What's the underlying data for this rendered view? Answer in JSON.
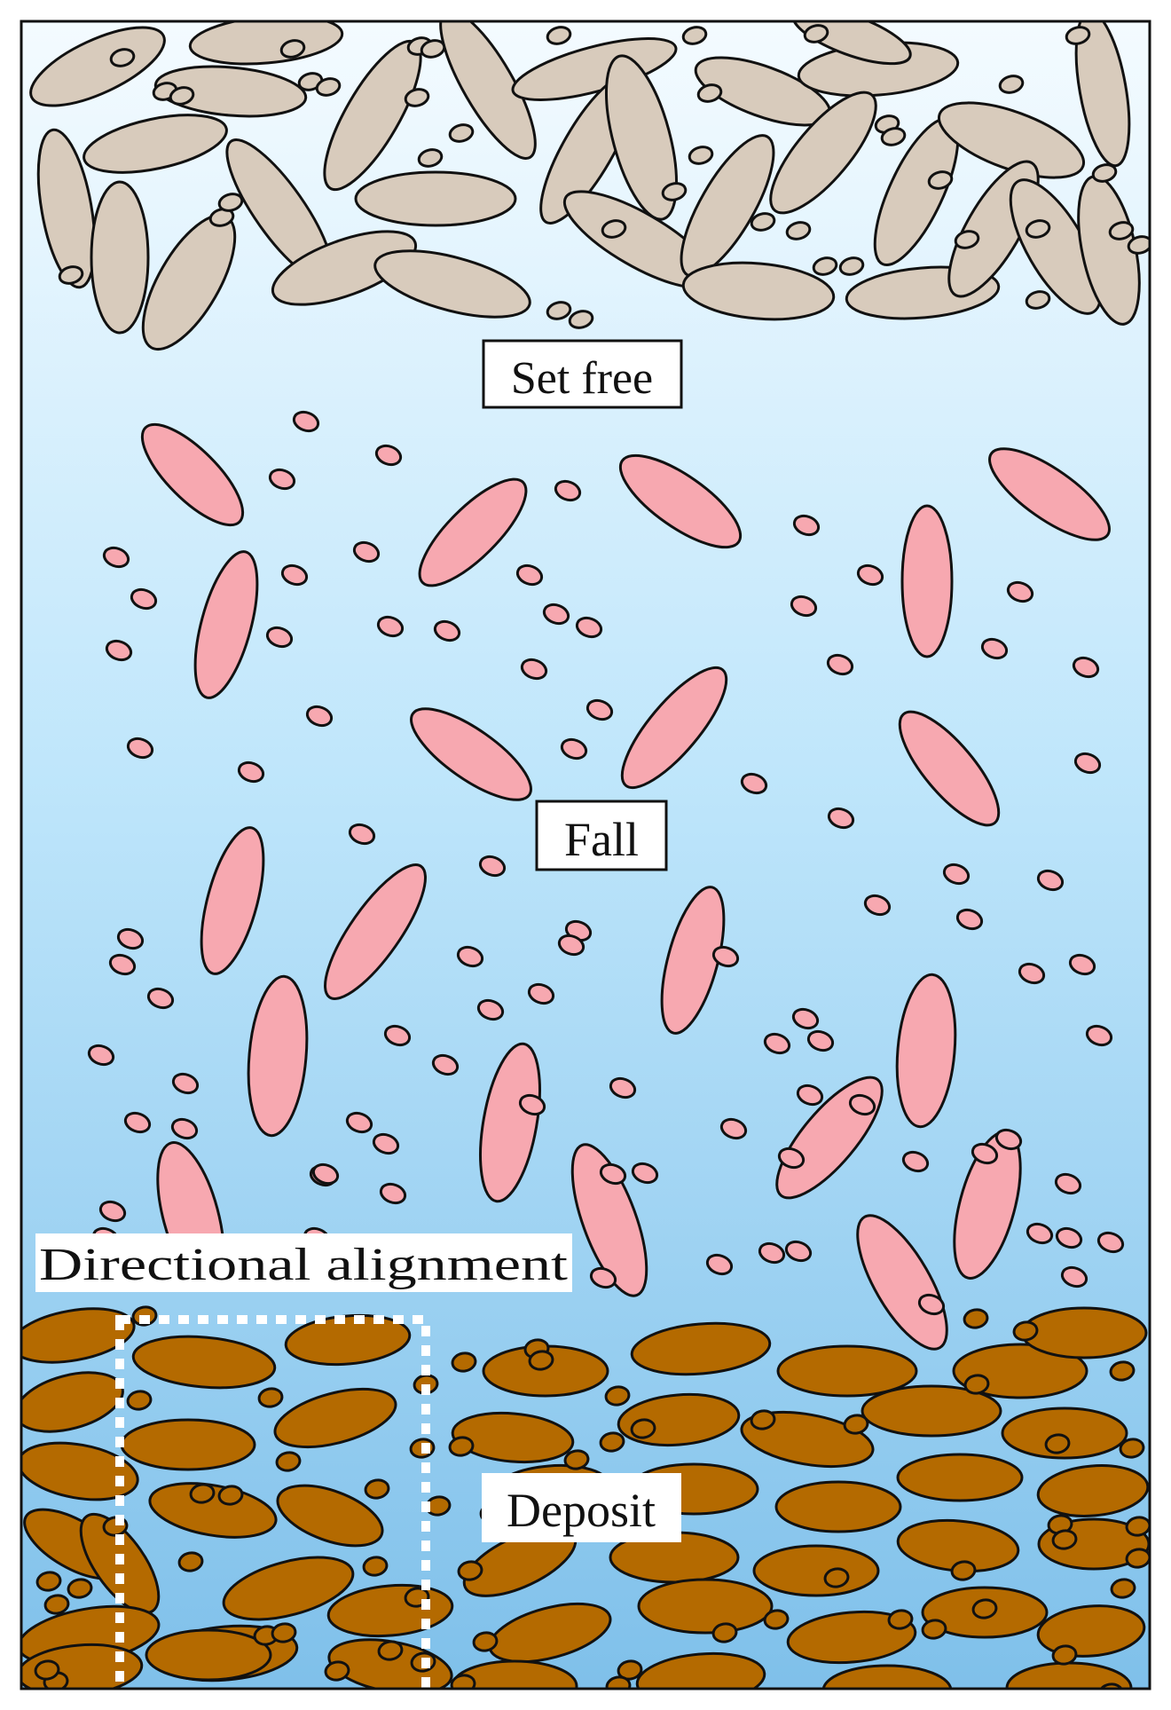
{
  "labels": {
    "set_free": "Set free",
    "fall": "Fall",
    "directional_alignment": "Directional alignment",
    "deposit": "Deposit"
  },
  "colors": {
    "water_top": "#f4fbff",
    "water_mid": "#bfe6fb",
    "water_bottom": "#7fc0ea",
    "loose_grain": "#d8cbbc",
    "falling_grain": "#f7a8b0",
    "deposit_grain": "#b46a00",
    "outline": "#111111",
    "dotted_box": "#ffffff"
  }
}
